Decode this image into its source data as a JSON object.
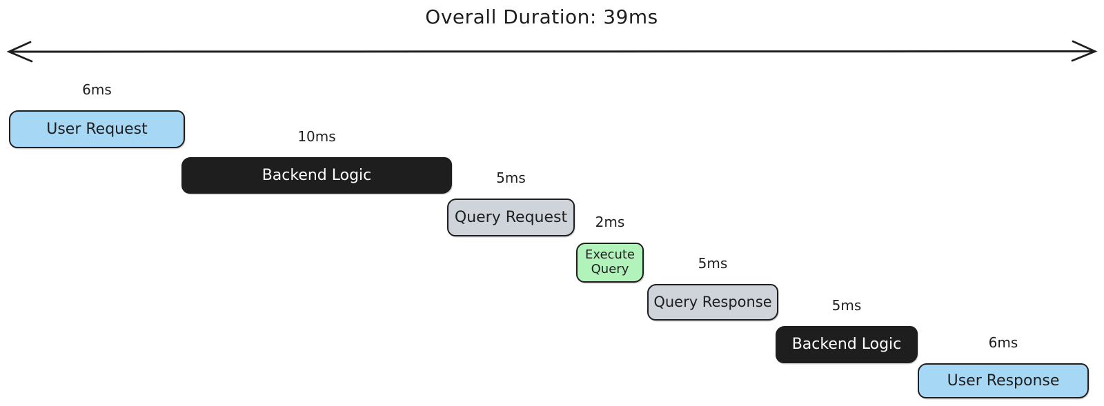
{
  "title": "Overall Duration: 39ms",
  "timeline": {
    "overall_duration_ms": 39,
    "steps": [
      {
        "label": "User Request",
        "duration": "6ms",
        "duration_ms": 6,
        "fill": "#a6d8f5",
        "text_color": "#1e1e1e"
      },
      {
        "label": "Backend Logic",
        "duration": "10ms",
        "duration_ms": 10,
        "fill": "#1e1e1e",
        "text_color": "#ffffff"
      },
      {
        "label": "Query Request",
        "duration": "5ms",
        "duration_ms": 5,
        "fill": "#ced4da",
        "text_color": "#1e1e1e"
      },
      {
        "label": "Execute Query",
        "duration": "2ms",
        "duration_ms": 2,
        "fill": "#b2f2bb",
        "text_color": "#1e1e1e"
      },
      {
        "label": "Query Response",
        "duration": "5ms",
        "duration_ms": 5,
        "fill": "#ced4da",
        "text_color": "#1e1e1e"
      },
      {
        "label": "Backend Logic",
        "duration": "5ms",
        "duration_ms": 5,
        "fill": "#1e1e1e",
        "text_color": "#ffffff"
      },
      {
        "label": "User Response",
        "duration": "6ms",
        "duration_ms": 6,
        "fill": "#a6d8f5",
        "text_color": "#1e1e1e"
      }
    ]
  },
  "colors": {
    "stroke": "#1e1e1e",
    "blue_fill": "#a6d8f5",
    "black_fill": "#1e1e1e",
    "gray_fill": "#ced4da",
    "green_fill": "#b2f2bb"
  },
  "chart_data": {
    "type": "bar",
    "title": "Overall Duration: 39ms",
    "categories": [
      "User Request",
      "Backend Logic",
      "Query Request",
      "Execute Query",
      "Query Response",
      "Backend Logic",
      "User Response"
    ],
    "values": [
      6,
      10,
      5,
      2,
      5,
      5,
      6
    ],
    "unit": "ms",
    "total": 39,
    "layout": "sequential waterfall, left-to-right cascading down"
  }
}
